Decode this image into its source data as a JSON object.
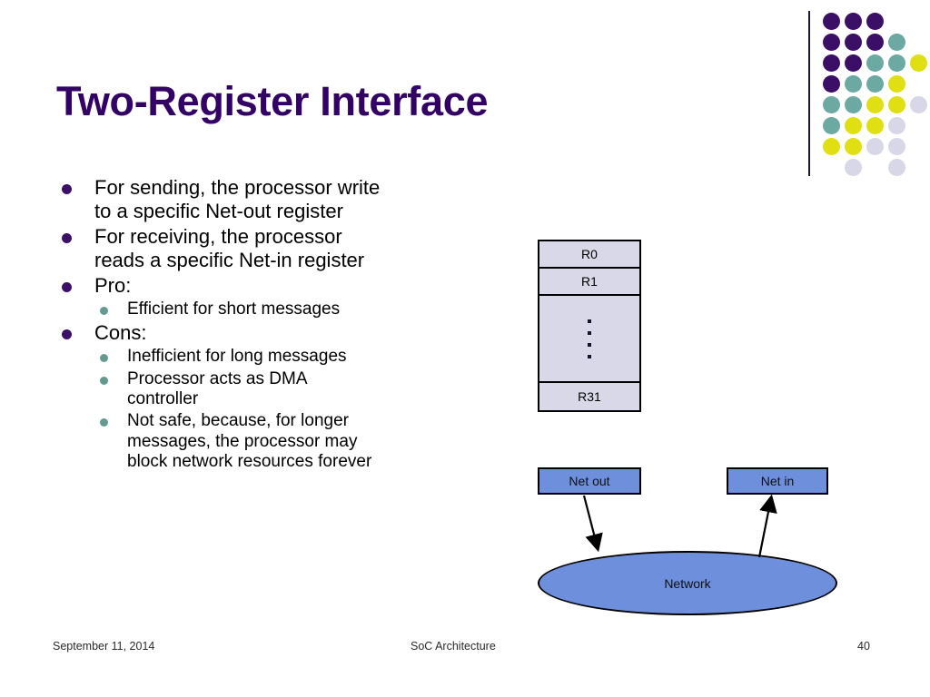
{
  "slide": {
    "title": "Two-Register Interface",
    "title_color": "#330066",
    "background": "#ffffff"
  },
  "bullets": [
    {
      "level": 1,
      "text": "For sending, the processor write\nto a specific Net-out register"
    },
    {
      "level": 1,
      "text": "For receiving, the processor\nreads a specific Net-in register"
    },
    {
      "level": 1,
      "text": "Pro:"
    },
    {
      "level": 2,
      "text": "Efficient for short messages"
    },
    {
      "level": 1,
      "text": "Cons:"
    },
    {
      "level": 2,
      "text": "Inefficient for long messages"
    },
    {
      "level": 2,
      "text": "Processor acts as DMA\ncontroller"
    },
    {
      "level": 2,
      "text": "Not safe, because, for longer\nmessages, the processor may\nblock network resources forever"
    }
  ],
  "bullet_colors": {
    "level1": "#3c0f66",
    "level2": "#63998f"
  },
  "diagram": {
    "register_file": {
      "cells": [
        "R0",
        "R1",
        "",
        "R31"
      ],
      "ellipsis_dots": 4,
      "fill": "#d8d8e8",
      "stroke": "#000000"
    },
    "net_out": {
      "label": "Net out",
      "fill": "#6d8fdc"
    },
    "net_in": {
      "label": "Net in",
      "fill": "#6d8fdc"
    },
    "network": {
      "label": "Network",
      "fill": "#6d8fdc"
    },
    "arrows": [
      {
        "name": "net-out-to-network",
        "direction": "down"
      },
      {
        "name": "network-to-net-in",
        "direction": "up"
      }
    ]
  },
  "decoration": {
    "palette": {
      "purple": "#3c0f66",
      "teal": "#6ba9a2",
      "yellow": "#dfdf12",
      "pale": "#d7d7e8"
    },
    "grid": [
      [
        "purple",
        "purple",
        "purple",
        null,
        null
      ],
      [
        "purple",
        "purple",
        "purple",
        "teal",
        null
      ],
      [
        "purple",
        "purple",
        "teal",
        "teal",
        "yellow"
      ],
      [
        "purple",
        "teal",
        "teal",
        "yellow",
        null
      ],
      [
        "teal",
        "teal",
        "yellow",
        "yellow",
        "pale"
      ],
      [
        "teal",
        "yellow",
        "yellow",
        "pale",
        null
      ],
      [
        "yellow",
        "yellow",
        "pale",
        "pale",
        null
      ],
      [
        null,
        "pale",
        null,
        "pale",
        null
      ]
    ]
  },
  "footer": {
    "date": "September 11, 2014",
    "title": "SoC Architecture",
    "page": "40"
  }
}
